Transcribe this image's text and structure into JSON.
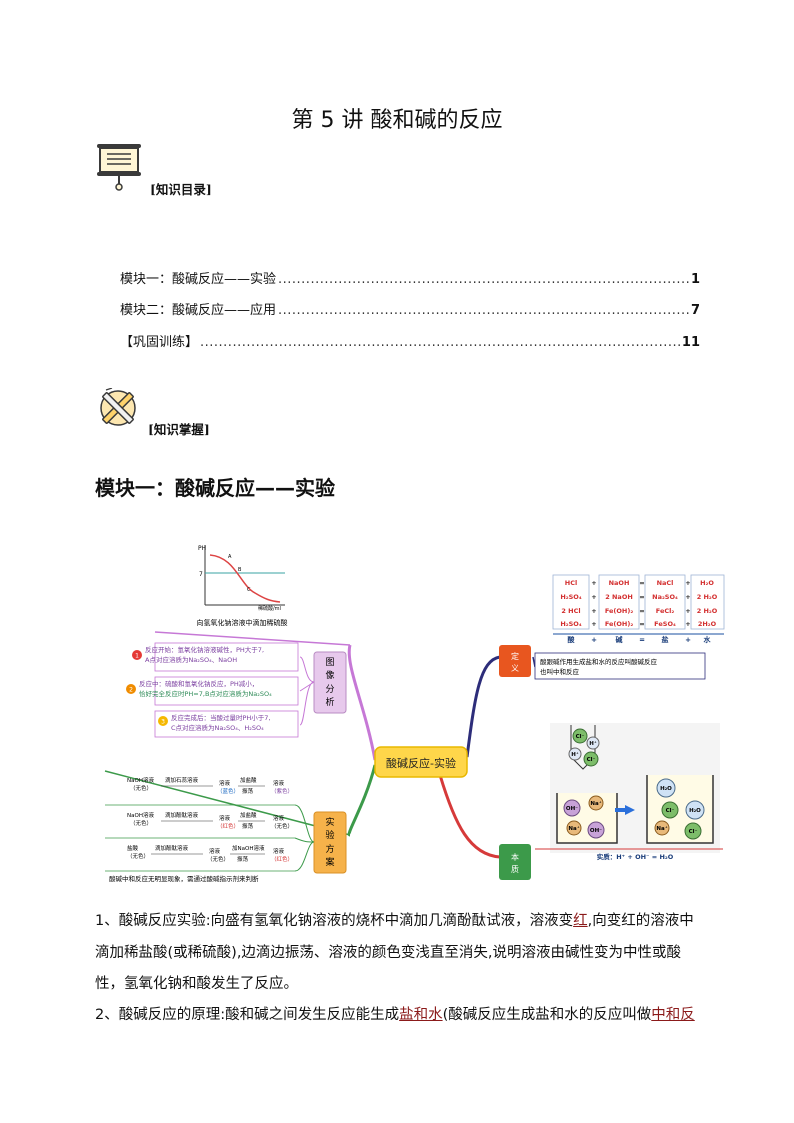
{
  "title": "第 5 讲  酸和碱的反应",
  "toc_heading": "[知识目录]",
  "toc": [
    {
      "label": "模块一：酸碱反应——实验",
      "page": "1"
    },
    {
      "label": "模块二：酸碱反应——应用",
      "page": "7"
    },
    {
      "label": "【巩固训练】",
      "page": "11"
    }
  ],
  "toc_dots": "................................................................................................................................................................................",
  "knowledge_heading": "[知识掌握]",
  "module_heading": "模块一：酸碱反应——实验",
  "mindmap": {
    "center": "酸碱反应-实验",
    "graph": {
      "y_label": "PH",
      "seven": "7",
      "x_label": "稀硫酸/ml",
      "points": [
        "A",
        "B",
        "C"
      ],
      "caption": "向氢氧化钠溶液中滴加稀硫酸"
    },
    "image_branch": {
      "label_chars": [
        "图",
        "像",
        "分",
        "析"
      ],
      "items": [
        {
          "num": "1",
          "line1": "反应开始：氢氧化钠溶液碱性，PH大于7,",
          "line2": "A点对应溶质为Na₂SO₄、NaOH",
          "color": "#e53935"
        },
        {
          "num": "2",
          "line1": "反应中：硫酸和氢氧化钠反应，PH减小，",
          "line2": "恰好完全反应时PH=7,B点对应溶质为Na₂SO₄",
          "color": "#f08c00"
        },
        {
          "num": "3",
          "line1": "反应完成后：当酸过量时PH小于7,",
          "line2": "C点对应溶质为Na₂SO₄、H₂SO₄",
          "color": "#f5b800"
        }
      ]
    },
    "experiment_branch": {
      "label_chars": [
        "实",
        "验",
        "方",
        "案"
      ],
      "rows": [
        {
          "a": "NaOH溶液",
          "a2": "（无色）",
          "step1": "滴加石蕊溶液",
          "b": "溶液",
          "b2": "（蓝色）",
          "step2": "加盐酸",
          "step2b": "振荡",
          "c": "溶液",
          "c2": "（紫色）"
        },
        {
          "a": "NaOH溶液",
          "a2": "（无色）",
          "step1": "滴加酚酞溶液",
          "b": "溶液",
          "b2": "（红色）",
          "step2": "加盐酸",
          "step2b": "振荡",
          "c": "溶液",
          "c2": "（无色）"
        },
        {
          "a": "盐酸",
          "a2": "（无色）",
          "step1": "滴加酚酞溶液",
          "b": "溶液",
          "b2": "（无色）",
          "step2": "加NaOH溶液",
          "step2b": "振荡",
          "c": "溶液",
          "c2": "（红色）"
        }
      ],
      "note": "酸碱中和反应无明显现象，需通过酸碱指示剂来判断"
    },
    "definition_branch": {
      "label_chars": [
        "定",
        "义"
      ],
      "table": [
        [
          "HCl",
          "+",
          "NaOH",
          "=",
          "NaCl",
          "+",
          "H₂O"
        ],
        [
          "H₂SO₄",
          "+",
          "2 NaOH",
          "=",
          "Na₂SO₄",
          "+",
          "2 H₂O"
        ],
        [
          "2 HCl",
          "+",
          "Fe(OH)₂",
          "=",
          "FeCl₂",
          "+",
          "2 H₂O"
        ],
        [
          "H₂SO₄",
          "+",
          "Fe(OH)₂",
          "=",
          "FeSO₄",
          "+",
          "2H₂O"
        ]
      ],
      "footer": [
        "酸",
        "+",
        "碱",
        "=",
        "盐",
        "+",
        "水"
      ],
      "text1": "酸跟碱作用生成盐和水的反应叫酸碱反应",
      "text2": "也叫中和反应"
    },
    "essence_branch": {
      "label_chars": [
        "本",
        "质"
      ],
      "ions_top": [
        "Cl⁻",
        "H⁺",
        "H⁺",
        "Cl⁻"
      ],
      "ions_left": [
        "OH⁻",
        "Na⁺",
        "Na⁺",
        "OH⁻"
      ],
      "ions_right": [
        "H₂O",
        "Cl⁻",
        "H₂O",
        "Na⁺",
        "Cl⁻"
      ],
      "caption": "实质：H⁺ + OH⁻ = H₂O"
    }
  },
  "para1": {
    "t1": "1、酸碱反应实验:向盛有氢氧化钠溶液的烧杯中滴加几滴酚酞试液，溶液变",
    "u1": "红",
    "t2": ",向变红的溶液中滴加稀盐酸(或稀硫酸),边滴边振荡、溶液的颜色变浅直至消失,说明溶液由碱性变为中性或酸性，氢氧化钠和酸发生了反应。"
  },
  "para2": {
    "t1": "2、酸碱反应的原理:酸和碱之间发生反应能生成",
    "u1": "盐和水",
    "t2": "(酸碱反应生成盐和水的反应叫做",
    "u2": "中和反"
  }
}
